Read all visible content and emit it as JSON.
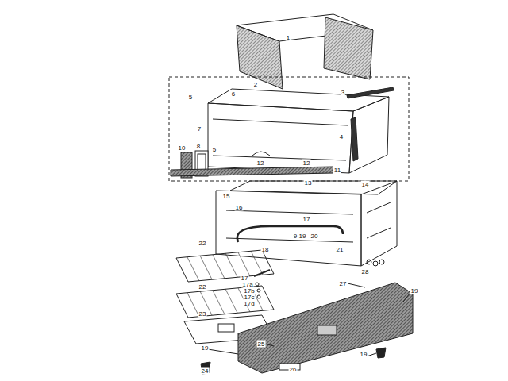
{
  "diagram": {
    "labels": [
      "1",
      "2",
      "3",
      "5",
      "6",
      "7",
      "10",
      "8",
      "5",
      "12",
      "12",
      "4",
      "11",
      "13",
      "14",
      "15",
      "16",
      "17",
      "9",
      "19",
      "20",
      "18",
      "21",
      "28",
      "22",
      "22",
      "23",
      "17",
      "17a",
      "17b",
      "17c",
      "17d",
      "27",
      "19",
      "19",
      "25",
      "24",
      "26",
      "19"
    ]
  }
}
